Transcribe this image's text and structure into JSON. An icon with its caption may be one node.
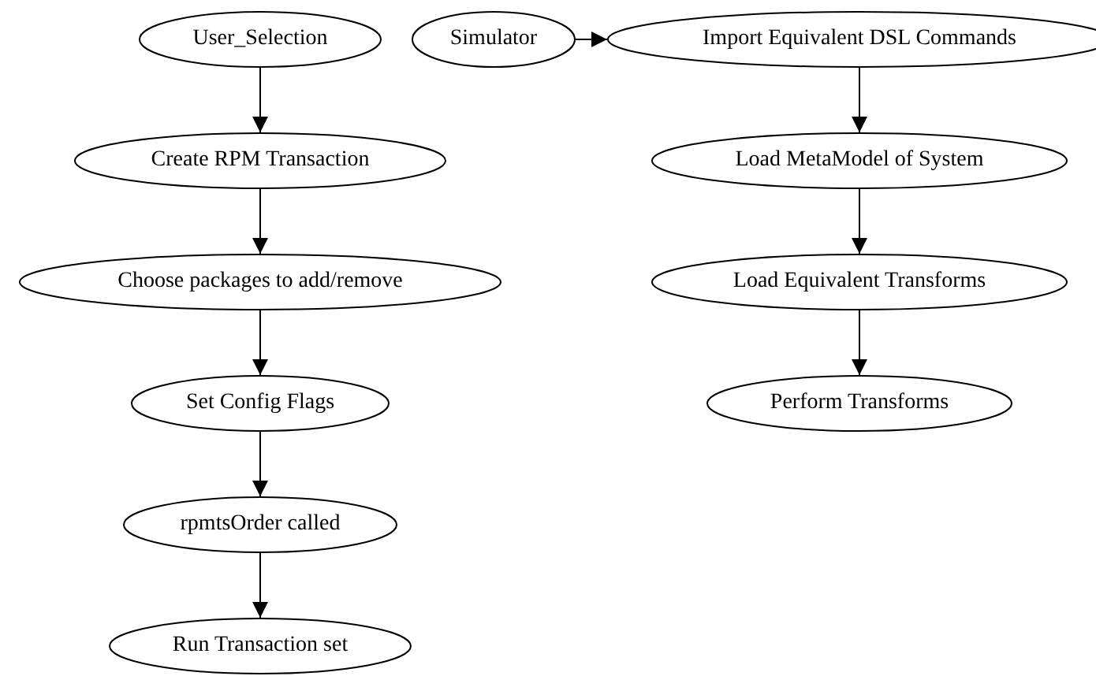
{
  "diagram": {
    "nodes": [
      {
        "text": [
          "User_Selection"
        ]
      },
      {
        "text": [
          "Simulator"
        ]
      },
      {
        "text": [
          "Import Equivalent DSL Commands"
        ]
      },
      {
        "text": [
          "Create RPM Transaction"
        ]
      },
      {
        "text": [
          "Load MetaModel of System"
        ]
      },
      {
        "text": [
          "Choose packages to add/remove"
        ]
      },
      {
        "text": [
          "Load Equivalent Transforms"
        ]
      },
      {
        "text": [
          "Set Config Flags"
        ]
      },
      {
        "text": [
          "Perform Transforms"
        ]
      },
      {
        "text": [
          "rpmtsOrder called"
        ]
      },
      {
        "text": [
          "Run Transaction set"
        ]
      }
    ],
    "edges": [
      {
        "from": 0,
        "to": 3,
        "arrow": "to"
      },
      {
        "from": 3,
        "to": 5,
        "arrow": "to"
      },
      {
        "from": 5,
        "to": 7,
        "arrow": "to"
      },
      {
        "from": 7,
        "to": 9,
        "arrow": "to"
      },
      {
        "from": 9,
        "to": 10,
        "arrow": "to"
      },
      {
        "from": 1,
        "to": 2,
        "arrow": "to"
      },
      {
        "from": 2,
        "to": 4,
        "arrow": "to"
      },
      {
        "from": 4,
        "to": 6,
        "arrow": "to"
      },
      {
        "from": 6,
        "to": 8,
        "arrow": "to"
      }
    ]
  }
}
